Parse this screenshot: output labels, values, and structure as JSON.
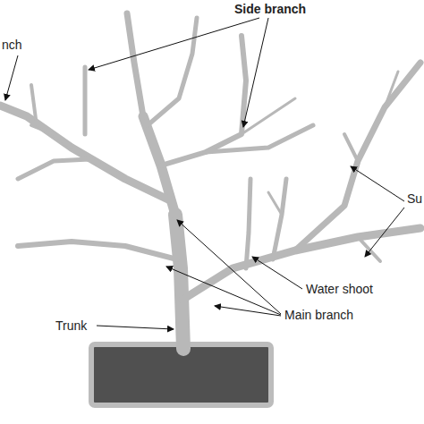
{
  "diagram": {
    "labels": [
      "Side branch",
      "nch",
      "Su",
      "Water shoot",
      "Main branch",
      "Trunk"
    ]
  }
}
